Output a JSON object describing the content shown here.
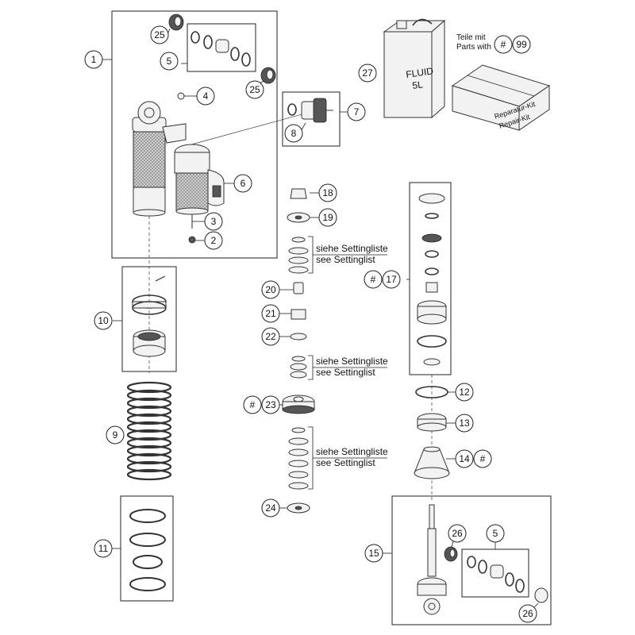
{
  "callouts": [
    {
      "id": "c1",
      "text": "1"
    },
    {
      "id": "c2",
      "text": "2"
    },
    {
      "id": "c3",
      "text": "3"
    },
    {
      "id": "c4",
      "text": "4"
    },
    {
      "id": "c5a",
      "text": "5"
    },
    {
      "id": "c5b",
      "text": "5"
    },
    {
      "id": "c6",
      "text": "6"
    },
    {
      "id": "c7",
      "text": "7"
    },
    {
      "id": "c8",
      "text": "8"
    },
    {
      "id": "c9",
      "text": "9"
    },
    {
      "id": "c10",
      "text": "10"
    },
    {
      "id": "c11",
      "text": "11"
    },
    {
      "id": "c12",
      "text": "12"
    },
    {
      "id": "c13",
      "text": "13"
    },
    {
      "id": "c14",
      "text": "14"
    },
    {
      "id": "c15",
      "text": "15"
    },
    {
      "id": "c17",
      "text": "17"
    },
    {
      "id": "c18",
      "text": "18"
    },
    {
      "id": "c19",
      "text": "19"
    },
    {
      "id": "c20",
      "text": "20"
    },
    {
      "id": "c21",
      "text": "21"
    },
    {
      "id": "c22",
      "text": "22"
    },
    {
      "id": "c23",
      "text": "23"
    },
    {
      "id": "c24",
      "text": "24"
    },
    {
      "id": "c25a",
      "text": "25"
    },
    {
      "id": "c25b",
      "text": "25"
    },
    {
      "id": "c26a",
      "text": "26"
    },
    {
      "id": "c26b",
      "text": "26"
    },
    {
      "id": "c27",
      "text": "27"
    },
    {
      "id": "c99",
      "text": "99"
    },
    {
      "id": "h1",
      "text": "#"
    },
    {
      "id": "h2",
      "text": "#"
    },
    {
      "id": "h3",
      "text": "#"
    },
    {
      "id": "h4",
      "text": "#"
    }
  ],
  "legend": {
    "line1": "Teile mit",
    "line2": "Parts with"
  },
  "canister": {
    "line1": "FLUID",
    "line2": "5L"
  },
  "kit_box": {
    "line1": "Reparatur-Kit",
    "line2": "Repair-Kit"
  },
  "settinglist": [
    {
      "de": "siehe Settingliste",
      "en": "see Settinglist"
    },
    {
      "de": "siehe Settingliste",
      "en": "see Settinglist"
    },
    {
      "de": "siehe Settingliste",
      "en": "see Settinglist"
    }
  ]
}
